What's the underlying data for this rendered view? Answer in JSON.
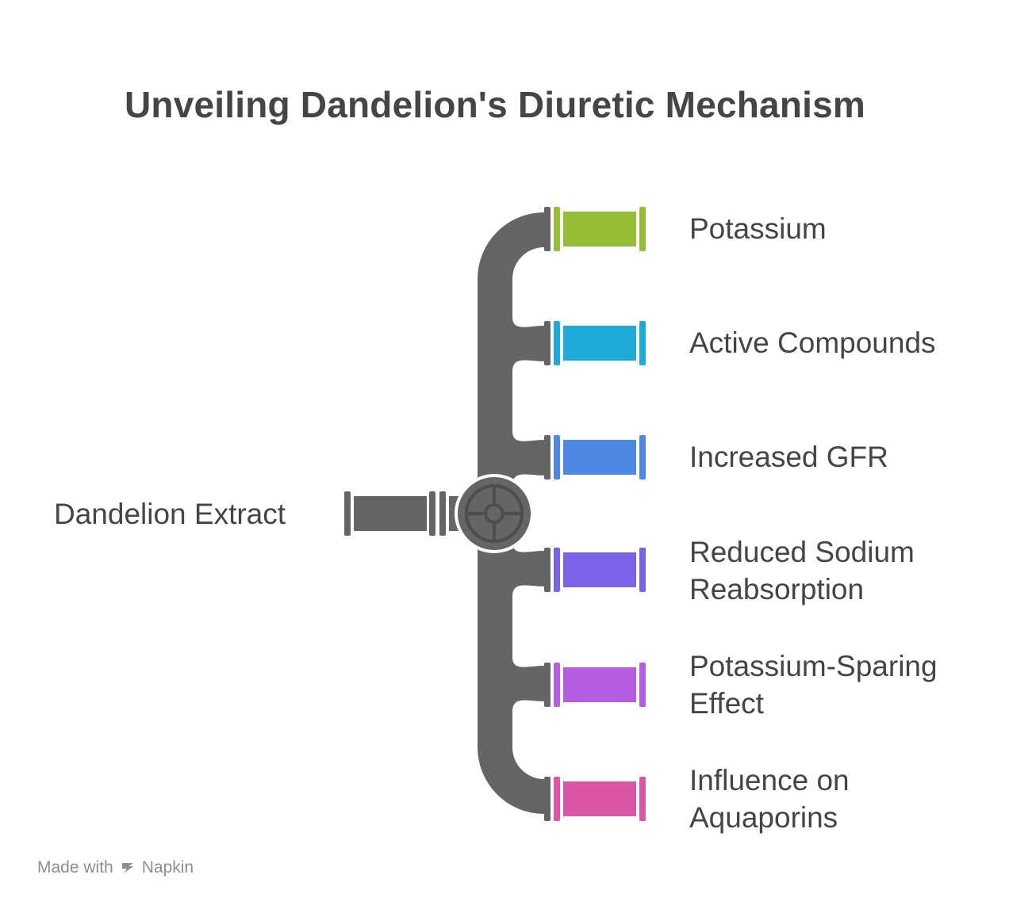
{
  "title": "Unveiling Dandelion's Diuretic Mechanism",
  "source": {
    "label": "Dandelion Extract"
  },
  "outputs": [
    {
      "label": "Potassium",
      "color": "#94bd38"
    },
    {
      "label": "Active Compounds",
      "color": "#1eabd9"
    },
    {
      "label": "Increased GFR",
      "color": "#4d88e5"
    },
    {
      "label": "Reduced Sodium Reabsorption",
      "color": "#7c62e6"
    },
    {
      "label": "Potassium-Sparing Effect",
      "color": "#b55ee4"
    },
    {
      "label": "Influence on Aquaporins",
      "color": "#dc56a6"
    }
  ],
  "pipe_color": "#656565",
  "footer": {
    "made_with": "Made with",
    "brand": "Napkin"
  }
}
